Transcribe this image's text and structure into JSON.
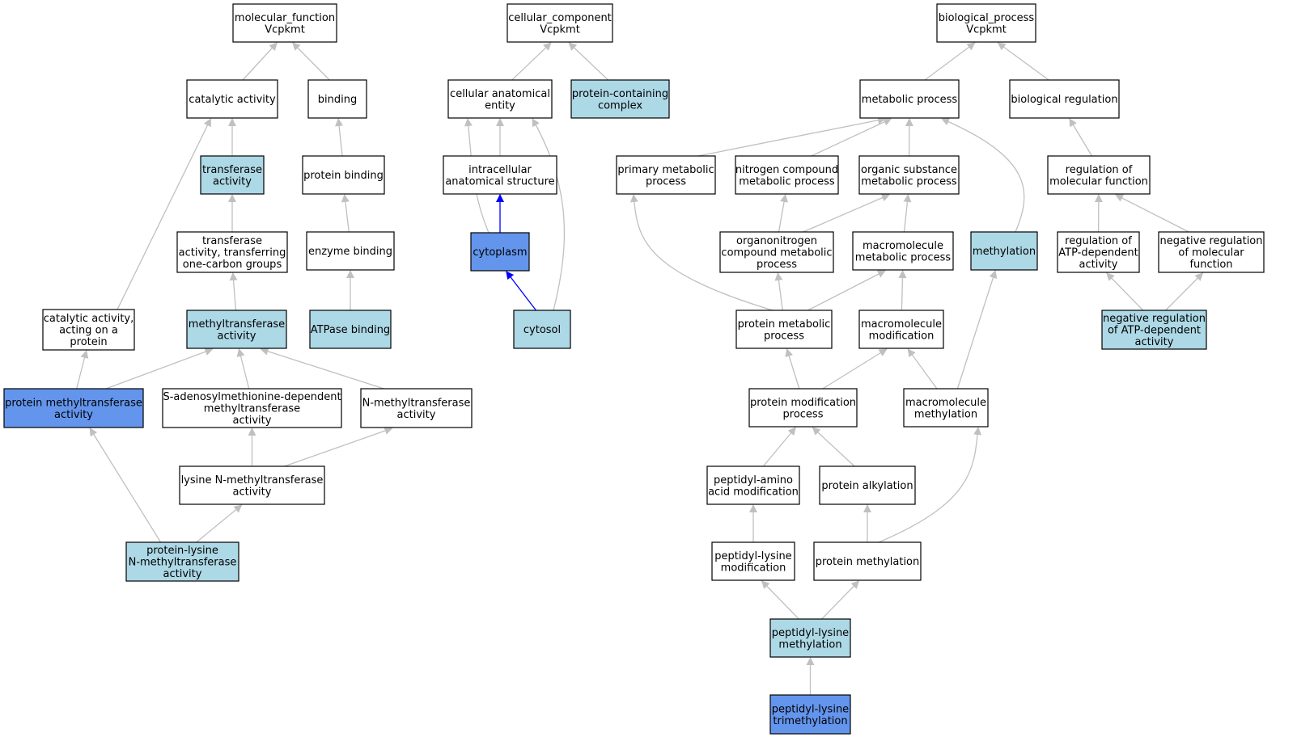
{
  "colors": {
    "default_fill": "#ffffff",
    "light_fill": "#add8e6",
    "dark_fill": "#6495ed",
    "edge_gray": "#c0c0c0",
    "edge_blue": "#0000ff"
  },
  "nodes": [
    {
      "id": "mf",
      "lines": [
        "molecular_function",
        "Vcpkmt"
      ],
      "fill": "white"
    },
    {
      "id": "catalytic",
      "lines": [
        "catalytic activity"
      ],
      "fill": "white"
    },
    {
      "id": "binding",
      "lines": [
        "binding"
      ],
      "fill": "white"
    },
    {
      "id": "transferase",
      "lines": [
        "transferase",
        "activity"
      ],
      "fill": "light"
    },
    {
      "id": "protbinding",
      "lines": [
        "protein binding"
      ],
      "fill": "white"
    },
    {
      "id": "transfer1c",
      "lines": [
        "transferase",
        "activity, transferring",
        "one-carbon groups"
      ],
      "fill": "white"
    },
    {
      "id": "enzbinding",
      "lines": [
        "enzyme binding"
      ],
      "fill": "white"
    },
    {
      "id": "catprot",
      "lines": [
        "catalytic activity,",
        "acting on a",
        "protein"
      ],
      "fill": "white"
    },
    {
      "id": "methyltransferase",
      "lines": [
        "methyltransferase",
        "activity"
      ],
      "fill": "light"
    },
    {
      "id": "atpasebinding",
      "lines": [
        "ATPase binding"
      ],
      "fill": "light"
    },
    {
      "id": "protmethyltrans",
      "lines": [
        "protein methyltransferase",
        "activity"
      ],
      "fill": "dark"
    },
    {
      "id": "samdep",
      "lines": [
        "S-adenosylmethionine-dependent",
        "methyltransferase",
        "activity"
      ],
      "fill": "white"
    },
    {
      "id": "nmethyl",
      "lines": [
        "N-methyltransferase",
        "activity"
      ],
      "fill": "white"
    },
    {
      "id": "lysnmethyl",
      "lines": [
        "lysine N-methyltransferase",
        "activity"
      ],
      "fill": "white"
    },
    {
      "id": "protlysnmethyl",
      "lines": [
        "protein-lysine",
        "N-methyltransferase",
        "activity"
      ],
      "fill": "light"
    },
    {
      "id": "cc",
      "lines": [
        "cellular_component",
        "Vcpkmt"
      ],
      "fill": "white"
    },
    {
      "id": "cae",
      "lines": [
        "cellular anatomical",
        "entity"
      ],
      "fill": "white"
    },
    {
      "id": "pcc",
      "lines": [
        "protein-containing",
        "complex"
      ],
      "fill": "light"
    },
    {
      "id": "ias",
      "lines": [
        "intracellular",
        "anatomical structure"
      ],
      "fill": "white"
    },
    {
      "id": "cytoplasm",
      "lines": [
        "cytoplasm"
      ],
      "fill": "dark"
    },
    {
      "id": "cytosol",
      "lines": [
        "cytosol"
      ],
      "fill": "light"
    },
    {
      "id": "bp",
      "lines": [
        "biological_process",
        "Vcpkmt"
      ],
      "fill": "white"
    },
    {
      "id": "metabolic",
      "lines": [
        "metabolic process"
      ],
      "fill": "white"
    },
    {
      "id": "bioreg",
      "lines": [
        "biological regulation"
      ],
      "fill": "white"
    },
    {
      "id": "primary",
      "lines": [
        "primary metabolic",
        "process"
      ],
      "fill": "white"
    },
    {
      "id": "nitrogen",
      "lines": [
        "nitrogen compound",
        "metabolic process"
      ],
      "fill": "white"
    },
    {
      "id": "organic",
      "lines": [
        "organic substance",
        "metabolic process"
      ],
      "fill": "white"
    },
    {
      "id": "regmol",
      "lines": [
        "regulation of",
        "molecular function"
      ],
      "fill": "white"
    },
    {
      "id": "organonitrogen",
      "lines": [
        "organonitrogen",
        "compound metabolic",
        "process"
      ],
      "fill": "white"
    },
    {
      "id": "macromet",
      "lines": [
        "macromolecule",
        "metabolic process"
      ],
      "fill": "white"
    },
    {
      "id": "methylation",
      "lines": [
        "methylation"
      ],
      "fill": "light"
    },
    {
      "id": "regatp",
      "lines": [
        "regulation of",
        "ATP-dependent",
        "activity"
      ],
      "fill": "white"
    },
    {
      "id": "negregmol",
      "lines": [
        "negative regulation",
        "of molecular",
        "function"
      ],
      "fill": "white"
    },
    {
      "id": "protmet",
      "lines": [
        "protein metabolic",
        "process"
      ],
      "fill": "white"
    },
    {
      "id": "macromod",
      "lines": [
        "macromolecule",
        "modification"
      ],
      "fill": "white"
    },
    {
      "id": "negregatp",
      "lines": [
        "negative regulation",
        "of ATP-dependent",
        "activity"
      ],
      "fill": "light"
    },
    {
      "id": "protmod",
      "lines": [
        "protein modification",
        "process"
      ],
      "fill": "white"
    },
    {
      "id": "macromethyl",
      "lines": [
        "macromolecule",
        "methylation"
      ],
      "fill": "white"
    },
    {
      "id": "peptaa",
      "lines": [
        "peptidyl-amino",
        "acid modification"
      ],
      "fill": "white"
    },
    {
      "id": "protalk",
      "lines": [
        "protein alkylation"
      ],
      "fill": "white"
    },
    {
      "id": "peptlysmod",
      "lines": [
        "peptidyl-lysine",
        "modification"
      ],
      "fill": "white"
    },
    {
      "id": "protmethylation",
      "lines": [
        "protein methylation"
      ],
      "fill": "white"
    },
    {
      "id": "peptlysmeth",
      "lines": [
        "peptidyl-lysine",
        "methylation"
      ],
      "fill": "light"
    },
    {
      "id": "peptlystrimeth",
      "lines": [
        "peptidyl-lysine",
        "trimethylation"
      ],
      "fill": "dark"
    }
  ],
  "edges": [
    {
      "from": "catalytic",
      "to": "mf",
      "color": "gray"
    },
    {
      "from": "binding",
      "to": "mf",
      "color": "gray"
    },
    {
      "from": "transferase",
      "to": "catalytic",
      "color": "gray"
    },
    {
      "from": "protbinding",
      "to": "binding",
      "color": "gray"
    },
    {
      "from": "transfer1c",
      "to": "transferase",
      "color": "gray"
    },
    {
      "from": "enzbinding",
      "to": "protbinding",
      "color": "gray"
    },
    {
      "from": "catprot",
      "to": "catalytic",
      "color": "gray"
    },
    {
      "from": "methyltransferase",
      "to": "transfer1c",
      "color": "gray"
    },
    {
      "from": "atpasebinding",
      "to": "enzbinding",
      "color": "gray"
    },
    {
      "from": "protmethyltrans",
      "to": "catprot",
      "color": "gray"
    },
    {
      "from": "protmethyltrans",
      "to": "methyltransferase",
      "color": "gray"
    },
    {
      "from": "samdep",
      "to": "methyltransferase",
      "color": "gray"
    },
    {
      "from": "nmethyl",
      "to": "methyltransferase",
      "color": "gray"
    },
    {
      "from": "lysnmethyl",
      "to": "samdep",
      "color": "gray"
    },
    {
      "from": "lysnmethyl",
      "to": "nmethyl",
      "color": "gray"
    },
    {
      "from": "protlysnmethyl",
      "to": "protmethyltrans",
      "color": "gray"
    },
    {
      "from": "protlysnmethyl",
      "to": "lysnmethyl",
      "color": "gray"
    },
    {
      "from": "cae",
      "to": "cc",
      "color": "gray"
    },
    {
      "from": "pcc",
      "to": "cc",
      "color": "gray"
    },
    {
      "from": "ias",
      "to": "cae",
      "color": "gray"
    },
    {
      "from": "cytoplasm",
      "to": "cae",
      "color": "gray",
      "curve": "left"
    },
    {
      "from": "cytosol",
      "to": "cae",
      "color": "gray",
      "curve": "right"
    },
    {
      "from": "cytoplasm",
      "to": "ias",
      "color": "blue"
    },
    {
      "from": "cytosol",
      "to": "cytoplasm",
      "color": "blue"
    },
    {
      "from": "metabolic",
      "to": "bp",
      "color": "gray"
    },
    {
      "from": "bioreg",
      "to": "bp",
      "color": "gray"
    },
    {
      "from": "primary",
      "to": "metabolic",
      "color": "gray"
    },
    {
      "from": "nitrogen",
      "to": "metabolic",
      "color": "gray"
    },
    {
      "from": "organic",
      "to": "metabolic",
      "color": "gray"
    },
    {
      "from": "methylation",
      "to": "metabolic",
      "color": "gray",
      "curve": "right"
    },
    {
      "from": "regmol",
      "to": "bioreg",
      "color": "gray"
    },
    {
      "from": "organonitrogen",
      "to": "nitrogen",
      "color": "gray"
    },
    {
      "from": "organonitrogen",
      "to": "organic",
      "color": "gray"
    },
    {
      "from": "macromet",
      "to": "organic",
      "color": "gray"
    },
    {
      "from": "regatp",
      "to": "regmol",
      "color": "gray"
    },
    {
      "from": "negregmol",
      "to": "regmol",
      "color": "gray"
    },
    {
      "from": "protmet",
      "to": "primary",
      "color": "gray",
      "curve": "left"
    },
    {
      "from": "protmet",
      "to": "organonitrogen",
      "color": "gray"
    },
    {
      "from": "protmet",
      "to": "macromet",
      "color": "gray"
    },
    {
      "from": "macromod",
      "to": "macromet",
      "color": "gray"
    },
    {
      "from": "negregatp",
      "to": "regatp",
      "color": "gray"
    },
    {
      "from": "negregatp",
      "to": "negregmol",
      "color": "gray"
    },
    {
      "from": "protmod",
      "to": "protmet",
      "color": "gray"
    },
    {
      "from": "protmod",
      "to": "macromod",
      "color": "gray"
    },
    {
      "from": "macromethyl",
      "to": "macromod",
      "color": "gray"
    },
    {
      "from": "macromethyl",
      "to": "methylation",
      "color": "gray"
    },
    {
      "from": "peptaa",
      "to": "protmod",
      "color": "gray"
    },
    {
      "from": "protalk",
      "to": "protmod",
      "color": "gray"
    },
    {
      "from": "peptlysmod",
      "to": "peptaa",
      "color": "gray"
    },
    {
      "from": "protmethylation",
      "to": "protalk",
      "color": "gray"
    },
    {
      "from": "protmethylation",
      "to": "macromethyl",
      "color": "gray",
      "curve": "right"
    },
    {
      "from": "peptlysmeth",
      "to": "peptlysmod",
      "color": "gray"
    },
    {
      "from": "peptlysmeth",
      "to": "protmethylation",
      "color": "gray"
    },
    {
      "from": "peptlystrimeth",
      "to": "peptlysmeth",
      "color": "gray"
    }
  ]
}
